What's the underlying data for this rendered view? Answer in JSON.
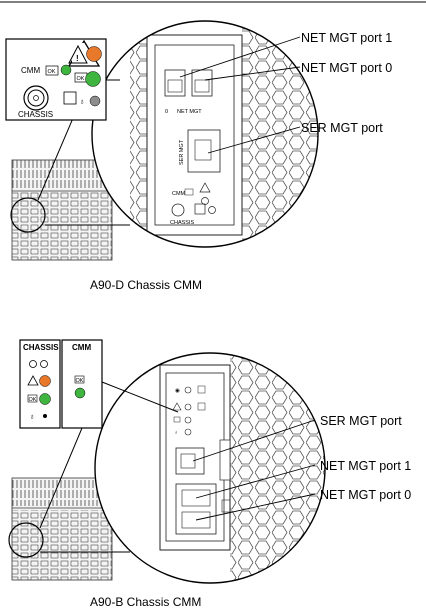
{
  "diagram_top": {
    "caption": "A90-D Chassis CMM",
    "callouts": [
      "NET MGT port 1",
      "NET MGT port 0",
      "SER MGT port"
    ],
    "inset_labels": {
      "cmm": "CMM",
      "ok": "OK",
      "chassis": "CHASSIS"
    },
    "panel_labels": {
      "netmgt": "NET MGT",
      "sermgt": "SER MGT",
      "cmm": "CMM",
      "chassis": "CHASSIS"
    }
  },
  "diagram_bottom": {
    "caption": "A90-B Chassis CMM",
    "callouts": [
      "SER MGT port",
      "NET MGT port 1",
      "NET MGT port 0"
    ],
    "inset_labels": {
      "chassis": "CHASSIS",
      "cmm": "CMM",
      "ok": "OK"
    }
  },
  "colors": {
    "orange": "#e8782a",
    "green": "#3fb53f",
    "gray": "#8c8c8c",
    "line": "#000000"
  }
}
